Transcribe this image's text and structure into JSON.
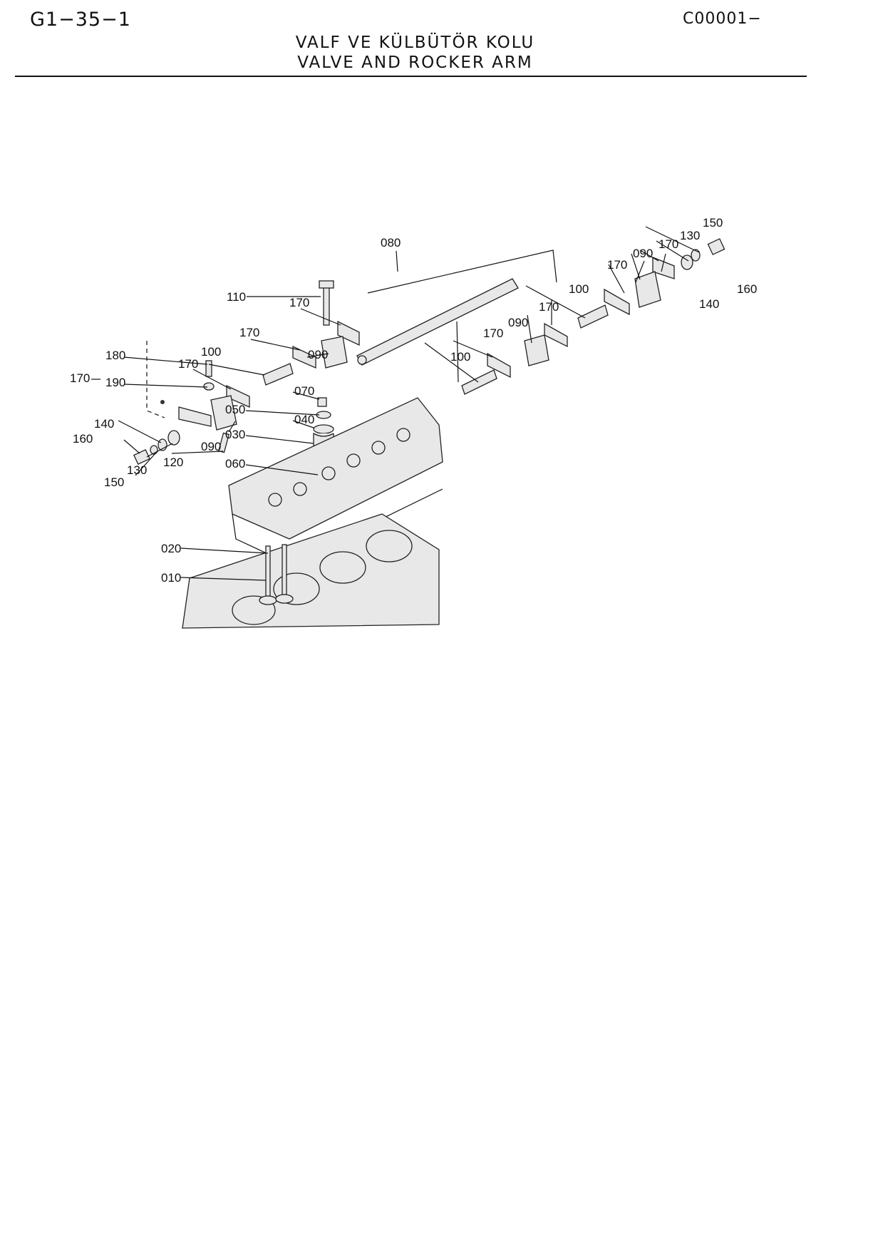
{
  "header": {
    "page_code": "G1−35−1",
    "doc_code": "C00001−",
    "title_tr": "VALF VE KÜLBÜTÖR KOLU",
    "title_en": "VALVE AND ROCKER ARM"
  },
  "callouts": {
    "c080": "080",
    "c110": "110",
    "c170a": "170",
    "c170b": "170",
    "c090a": "090",
    "c100a": "100",
    "c170c": "170",
    "c180": "180",
    "c190": "190",
    "c170d": "170",
    "c070": "070",
    "c050": "050",
    "c040": "040",
    "c030": "030",
    "c060": "060",
    "c140a": "140",
    "c160a": "160",
    "c090b": "090",
    "c130a": "130",
    "c120": "120",
    "c150a": "150",
    "c020": "020",
    "c010": "010",
    "c150b": "150",
    "c130b": "130",
    "c170e": "170",
    "c090c": "090",
    "c170f": "170",
    "c100b": "100",
    "c160b": "160",
    "c140b": "140",
    "c170g": "170",
    "c090d": "090",
    "c170h": "170",
    "c100c": "100"
  }
}
